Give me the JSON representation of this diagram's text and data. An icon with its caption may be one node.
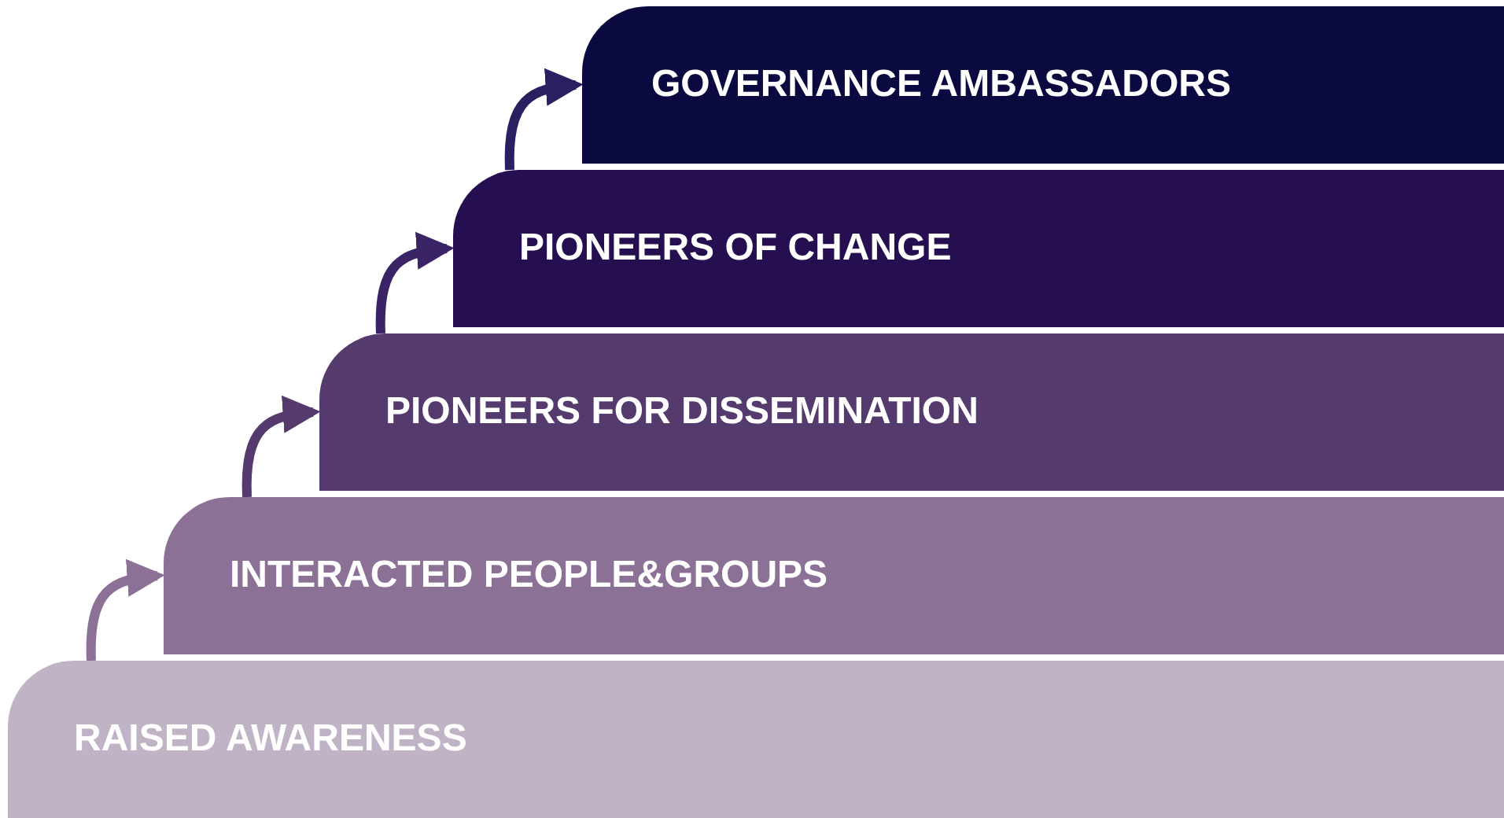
{
  "diagram": {
    "nodes": [
      {
        "text": [
          "RAISED AWARENESS"
        ]
      },
      {
        "text": [
          "INTERACTED PEOPLE&GROUPS"
        ]
      },
      {
        "text": [
          "PIONEERS FOR DISSEMINATION"
        ]
      },
      {
        "text": [
          "PIONEERS OF CHANGE"
        ]
      },
      {
        "text": [
          "GOVERNANCE AMBASSADORS"
        ]
      }
    ],
    "edges": [
      {
        "from": 0,
        "to": 1,
        "arrow": "to",
        "color": "#8c7196"
      },
      {
        "from": 1,
        "to": 2,
        "arrow": "to",
        "color": "#553a6e"
      },
      {
        "from": 2,
        "to": 3,
        "arrow": "to",
        "color": "#3a2466"
      },
      {
        "from": 3,
        "to": 4,
        "arrow": "to",
        "color": "#2a1f60"
      }
    ]
  }
}
